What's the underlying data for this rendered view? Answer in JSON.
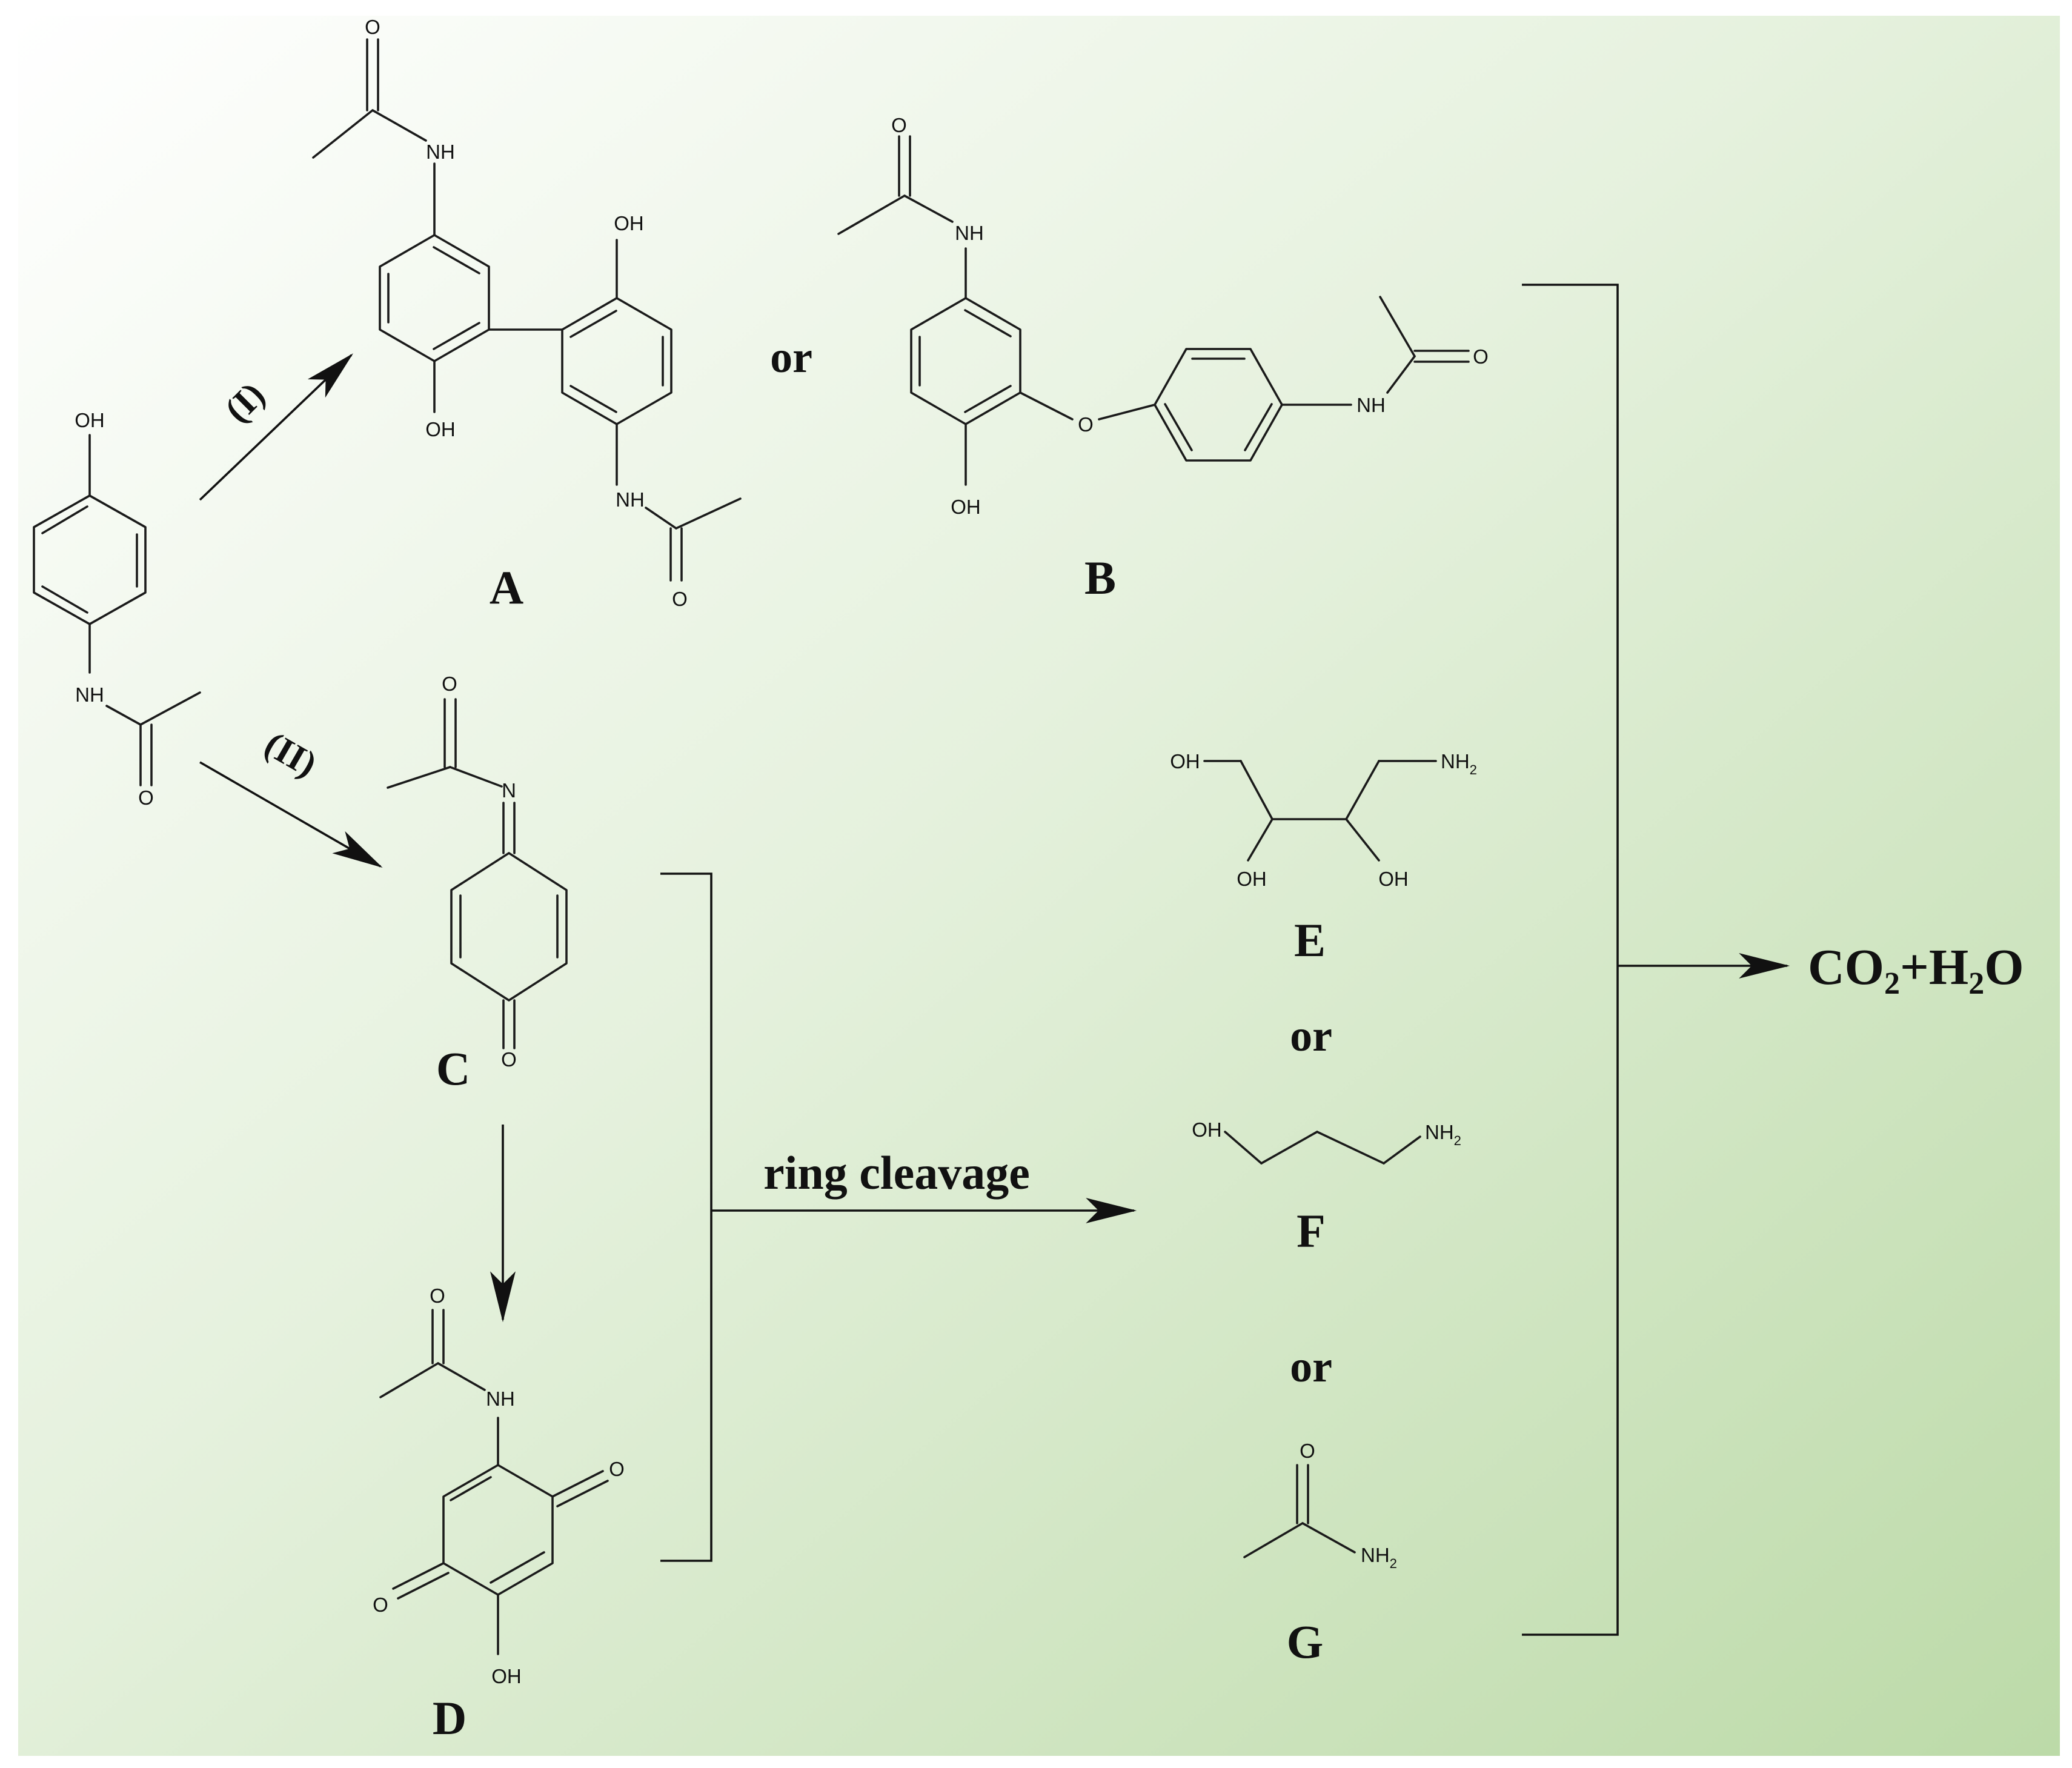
{
  "colors": {
    "background_start": "#ffffff",
    "background_end": "#c3deb1",
    "ink": "#111111"
  },
  "pathways": {
    "path1": "(I)",
    "path2": "(II)"
  },
  "compounds": {
    "A": "A",
    "B": "B",
    "C": "C",
    "D": "D",
    "E": "E",
    "F": "F",
    "G": "G"
  },
  "connectors": {
    "or_ab": "or",
    "or_ef": "or",
    "or_fg": "or",
    "ring_cleavage": "ring cleavage"
  },
  "final_product": {
    "co": "CO",
    "sub2": "2",
    "plus_h": "+H",
    "sub2b": "2",
    "o": "O"
  },
  "atoms": {
    "O": "O",
    "OH": "OH",
    "NH": "NH",
    "N": "N",
    "NH2": "NH",
    "NH2_sub": "2"
  }
}
